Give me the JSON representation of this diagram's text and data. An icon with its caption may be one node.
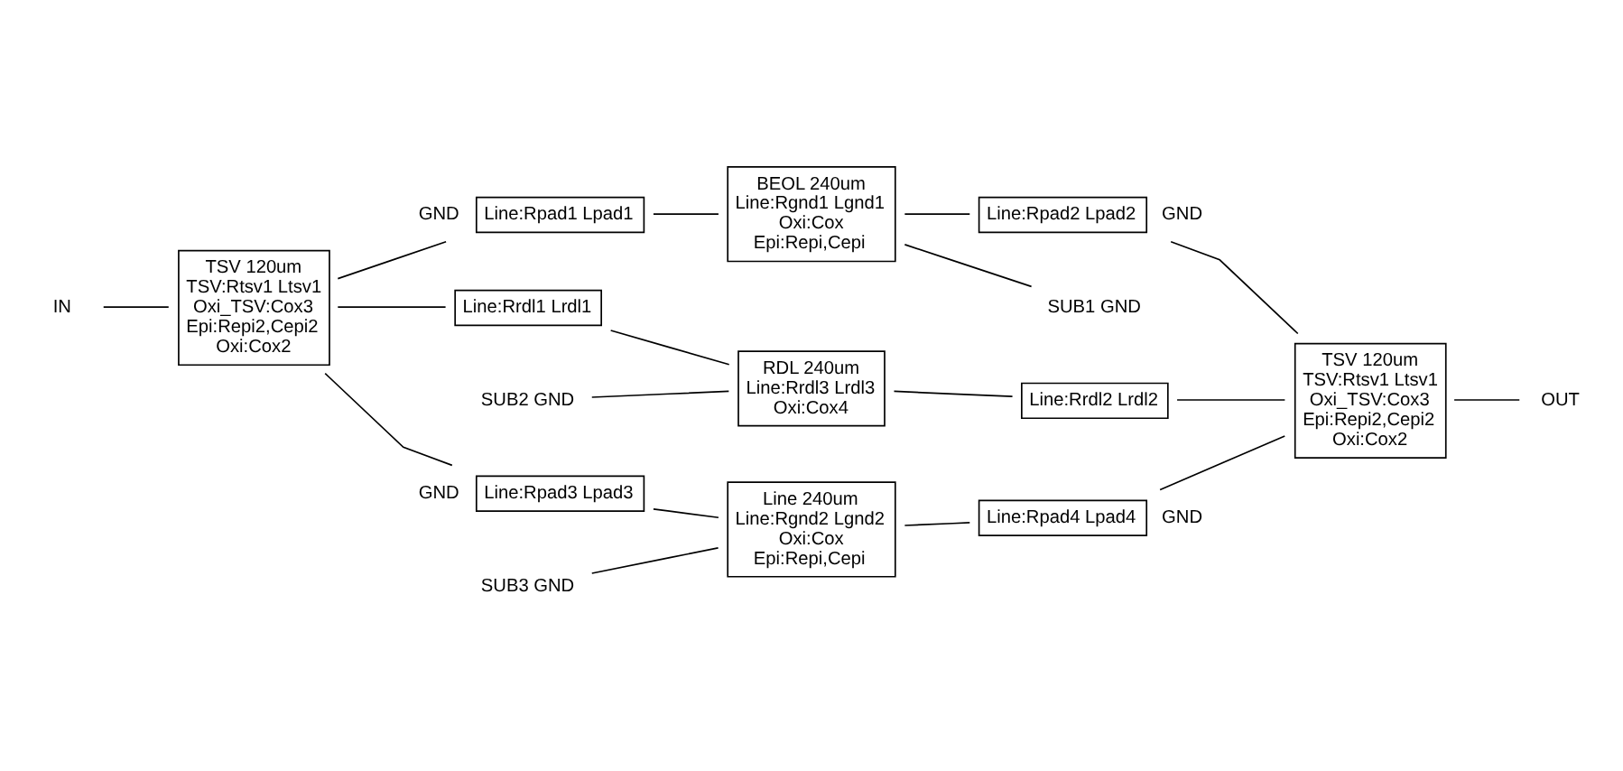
{
  "diagram": {
    "nodes": [
      {
        "text": [
          "IN"
        ]
      },
      {
        "text": [
          "Line:Rpad1 Lpad1"
        ],
        "beside": [
          "GND"
        ]
      },
      {
        "text": [
          "BEOL 240um",
          "Line:Rgnd1 Lgnd1",
          "Oxi:Cox",
          "Epi:Repi,Cepi"
        ]
      },
      {
        "text": [
          "Line:Rpad2 Lpad2"
        ],
        "beside": [
          "GND"
        ]
      },
      {
        "text": [
          "OUT"
        ]
      },
      {
        "text": [
          "TSV 120um",
          "TSV:Rtsv1 Ltsv1",
          "Oxi_TSV:Cox3",
          "Epi:Repi2,Cepi2",
          "Oxi:Cox2"
        ]
      },
      {
        "text": [
          "SUB1 GND"
        ]
      },
      {
        "text": [
          "TSV 120um",
          "TSV:Rtsv1 Ltsv1",
          "Oxi_TSV:Cox3",
          "Epi:Repi2,Cepi2",
          "Oxi:Cox2"
        ]
      },
      {
        "text": [
          "SUB2 GND"
        ]
      },
      {
        "text": [
          "Line:Rrdl1 Lrdl1"
        ]
      },
      {
        "text": [
          "RDL 240um",
          "Line:Rrdl3 Lrdl3",
          "Oxi:Cox4"
        ]
      },
      {
        "text": [
          "Line:Rrdl2 Lrdl2"
        ]
      },
      {
        "text": [
          "SUB3 GND"
        ]
      },
      {
        "text": [
          "Line:Rpad3 Lpad3"
        ],
        "beside": [
          "GND"
        ]
      },
      {
        "text": [
          "Line 240um",
          "Line:Rgnd2 Lgnd2",
          "Oxi:Cox",
          "Epi:Repi,Cepi"
        ]
      },
      {
        "text": [
          "Line:Rpad4 Lpad4"
        ],
        "beside": [
          "GND"
        ]
      }
    ],
    "edges": [
      {
        "from": 0,
        "to": 5,
        "arrow": "none"
      },
      {
        "from": 5,
        "to": 1,
        "arrow": "none"
      },
      {
        "from": 1,
        "to": 2,
        "arrow": "none"
      },
      {
        "from": 2,
        "to": 3,
        "arrow": "none"
      },
      {
        "from": 3,
        "to": 7,
        "arrow": "none"
      },
      {
        "from": 7,
        "to": 4,
        "arrow": "none"
      },
      {
        "from": 2,
        "to": 6,
        "arrow": "none"
      },
      {
        "from": 8,
        "to": 10,
        "arrow": "none"
      },
      {
        "from": 5,
        "to": 9,
        "arrow": "none"
      },
      {
        "from": 5,
        "to": 13,
        "arrow": "none"
      },
      {
        "from": 9,
        "to": 10,
        "arrow": "none"
      },
      {
        "from": 10,
        "to": 11,
        "arrow": "none"
      },
      {
        "from": 11,
        "to": 7,
        "arrow": "none"
      },
      {
        "from": 12,
        "to": 14,
        "arrow": "none"
      },
      {
        "from": 13,
        "to": 14,
        "arrow": "none"
      },
      {
        "from": 14,
        "to": 15,
        "arrow": "none"
      },
      {
        "from": 15,
        "to": 7,
        "arrow": "none"
      }
    ]
  }
}
